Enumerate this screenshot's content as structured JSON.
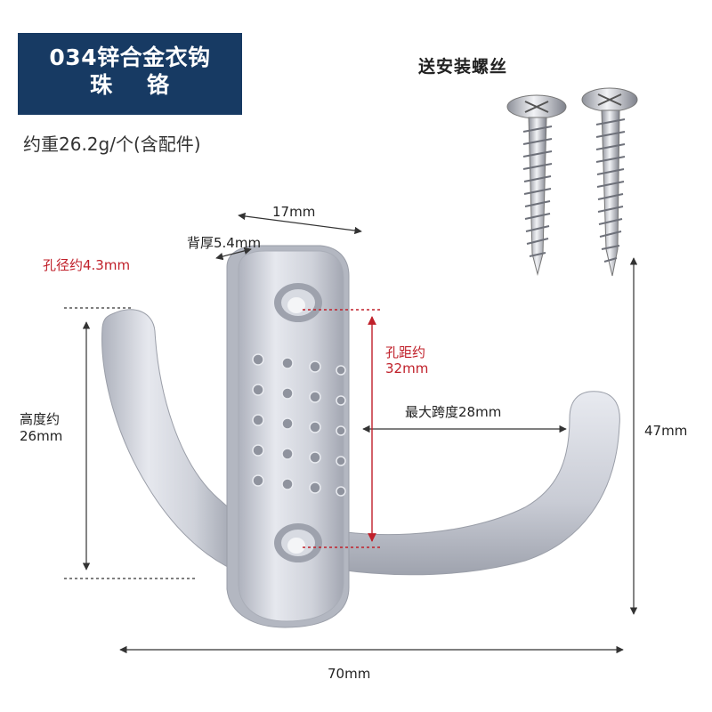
{
  "title": {
    "line1": "034锌合金衣钩",
    "line2": "珠 铬"
  },
  "weight": "约重26.2g/个(含配件)",
  "screws_label": "送安装螺丝",
  "dimensions": {
    "width_17": "17mm",
    "back_thickness": "背厚5.4mm",
    "hole_diameter": "孔径约4.3mm",
    "hole_distance_line1": "孔距约",
    "hole_distance_line2": "32mm",
    "max_span": "最大跨度28mm",
    "height_line1": "高度约",
    "height_line2": "26mm",
    "total_height": "47mm",
    "total_width": "70mm"
  },
  "colors": {
    "title_bg": "#173a63",
    "red_label": "#c0202a",
    "hook_metal": "#c9ccd4"
  }
}
